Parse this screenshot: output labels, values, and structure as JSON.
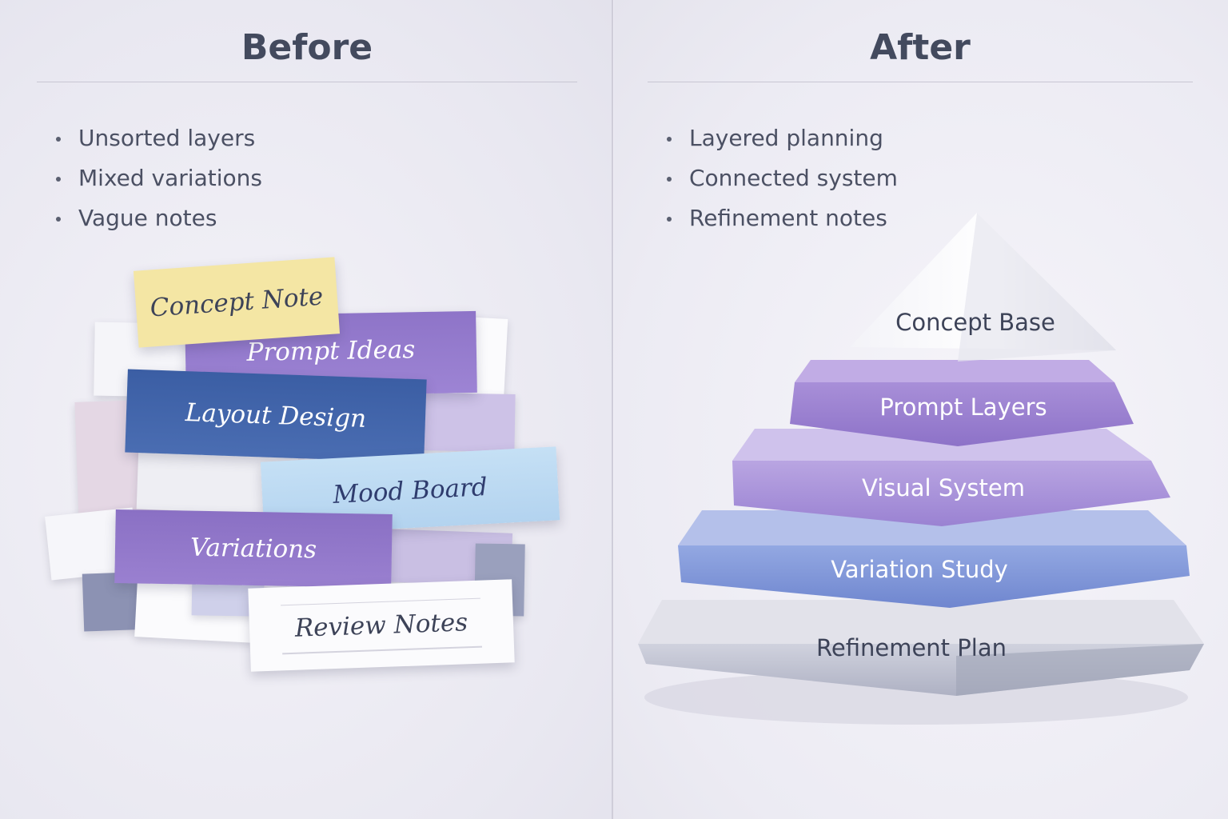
{
  "before": {
    "title": "Before",
    "bullets": [
      "Unsorted layers",
      "Mixed variations",
      "Vague notes"
    ],
    "notes": [
      "Concept Note",
      "Prompt Ideas",
      "Layout Design",
      "Mood Board",
      "Variations",
      "Review Notes"
    ]
  },
  "after": {
    "title": "After",
    "bullets": [
      "Layered planning",
      "Connected system",
      "Refinement notes"
    ],
    "pyramid": [
      "Concept Base",
      "Prompt Layers",
      "Visual System",
      "Variation Study",
      "Refinement Plan"
    ]
  },
  "colors": {
    "heading": "#434a5e",
    "text": "#4b5063",
    "note_yellow": "#f6e7a6",
    "note_purple": "#8f76c9",
    "note_blue": "#3f63a8",
    "note_lightblue": "#bcd9f1",
    "layer_purple_top": "#9b7fd0",
    "layer_lavender": "#a891d9",
    "layer_blue": "#7c93d6",
    "layer_grey": "#b9bccb"
  }
}
